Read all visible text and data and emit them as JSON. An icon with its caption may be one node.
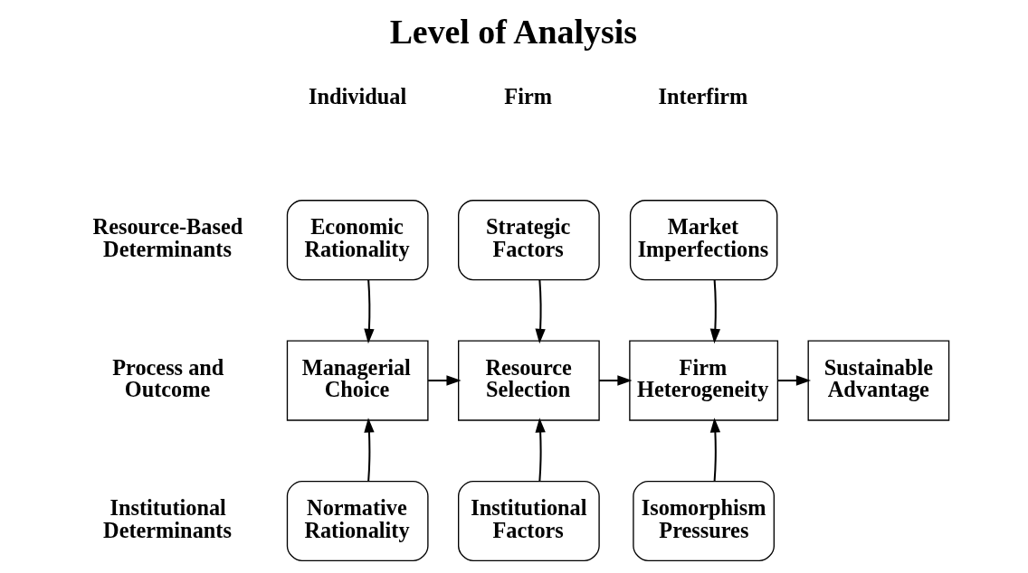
{
  "diagram": {
    "title": "Level of Analysis",
    "nodes": [
      {
        "text": [
          "Economic Rationality"
        ]
      },
      {
        "text": [
          "Strategic Factors"
        ]
      },
      {
        "text": [
          "Market Imperfections"
        ]
      },
      {
        "text": [
          "Managerial Choice"
        ]
      },
      {
        "text": [
          "Resource Selection"
        ]
      },
      {
        "text": [
          "Firm Heterogeneity"
        ]
      },
      {
        "text": [
          "Sustainable Advantage"
        ]
      },
      {
        "text": [
          "Normative Rationality"
        ]
      },
      {
        "text": [
          "Institutional Factors"
        ]
      },
      {
        "text": [
          "Isomorphism Pressures"
        ]
      }
    ],
    "edges": [
      {
        "from": 0,
        "to": 3,
        "arrow": "to"
      },
      {
        "from": 1,
        "to": 4,
        "arrow": "to"
      },
      {
        "from": 2,
        "to": 5,
        "arrow": "to"
      },
      {
        "from": 3,
        "to": 4,
        "arrow": "to"
      },
      {
        "from": 4,
        "to": 5,
        "arrow": "to"
      },
      {
        "from": 5,
        "to": 6,
        "arrow": "to"
      },
      {
        "from": 7,
        "to": 3,
        "arrow": "to"
      },
      {
        "from": 8,
        "to": 4,
        "arrow": "to"
      },
      {
        "from": 9,
        "to": 5,
        "arrow": "to"
      }
    ],
    "labels": [
      "Individual",
      "Firm",
      "Interfirm",
      "Resource-Based Determinants",
      "Process and Outcome",
      "Institutional Determinants"
    ]
  }
}
